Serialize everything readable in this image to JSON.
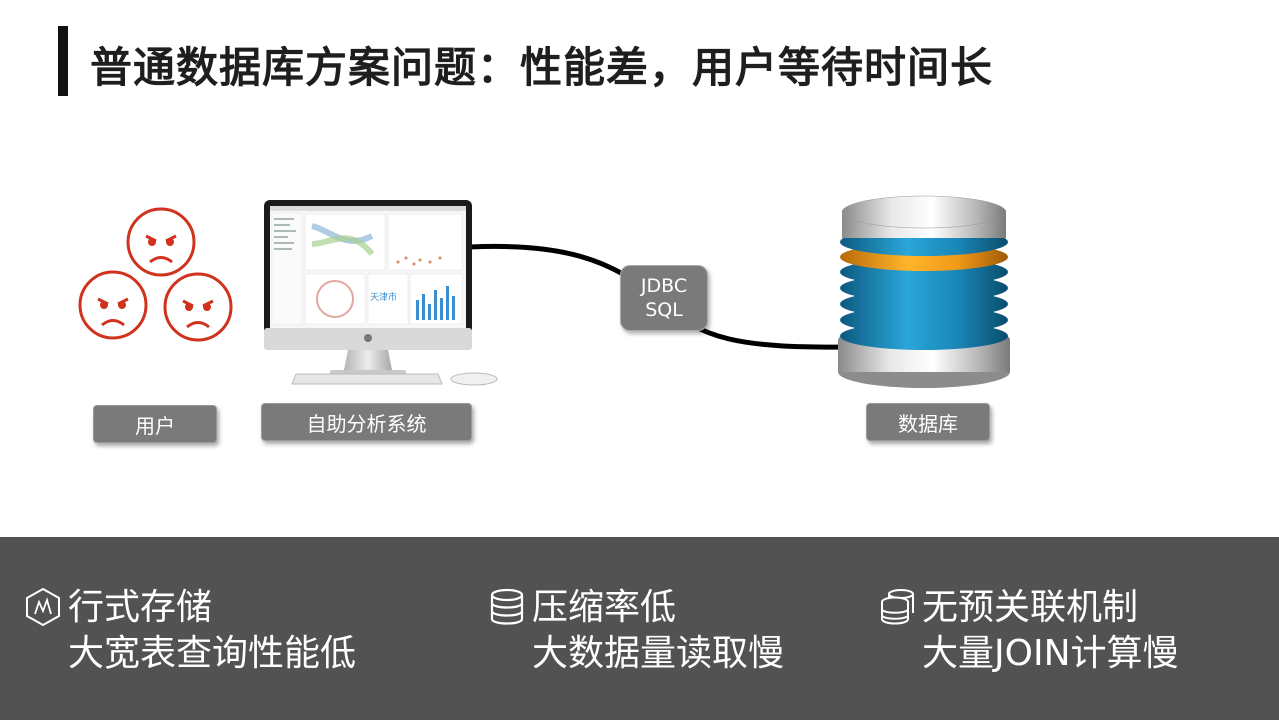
{
  "title": "普通数据库方案问题：性能差，用户等待时间长",
  "diagram": {
    "user_label": "用户",
    "system_label": "自助分析系统",
    "db_label": "数据库",
    "connector_line1": "JDBC",
    "connector_line2": "SQL",
    "screen_wordcloud_text": "天津市"
  },
  "features": [
    {
      "icon": "hexagon-chart-icon",
      "line1": "行式存储",
      "line2": "大宽表查询性能低"
    },
    {
      "icon": "database-icon",
      "line1": "压缩率低",
      "line2": "大数据量读取慢"
    },
    {
      "icon": "database-stack-icon",
      "line1": "无预关联机制",
      "line2": "大量JOIN计算慢"
    }
  ],
  "colors": {
    "angry_face": "#d0321e",
    "label_bg": "#7a7a7a",
    "bottom_bg": "#525252",
    "db_ring_blue": "#1a8fc4",
    "db_ring_orange": "#f0a020"
  }
}
